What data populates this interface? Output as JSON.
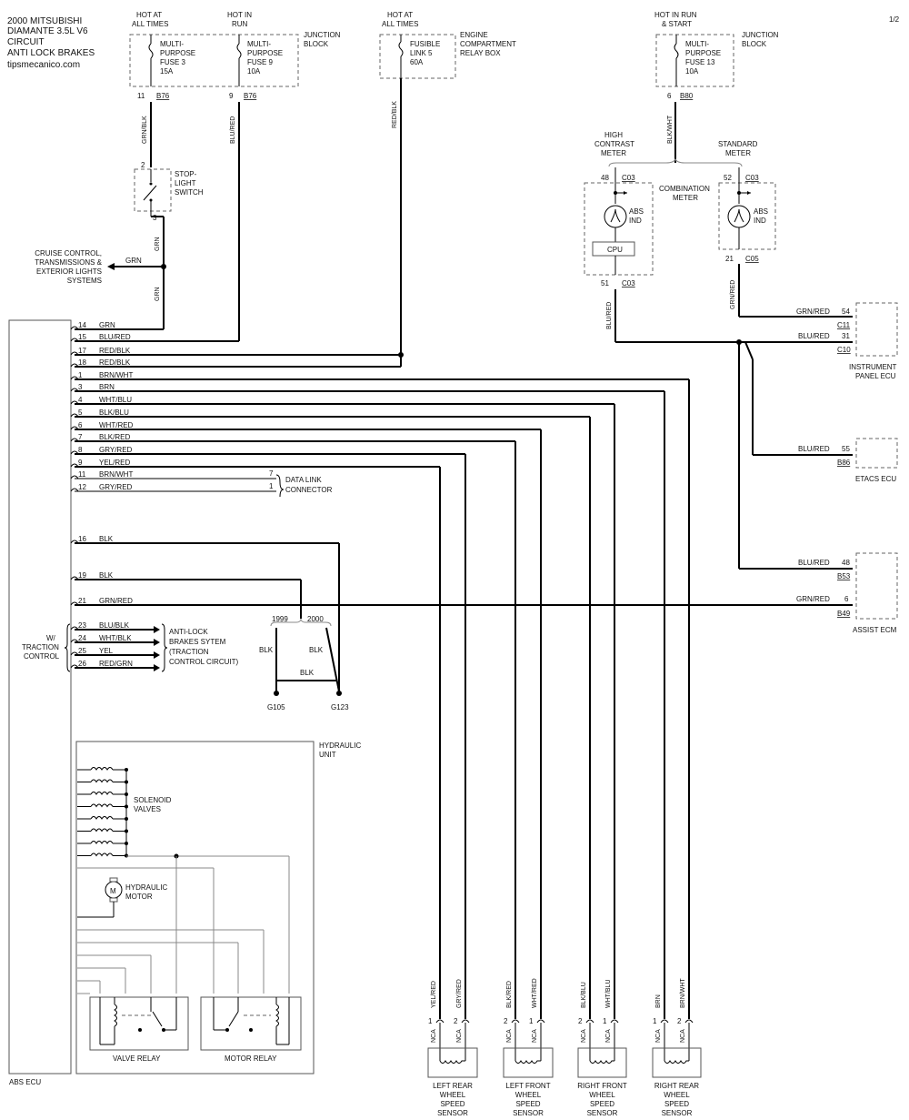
{
  "title": [
    "2000 MITSUBISHI",
    "DIAMANTE 3.5L  V6",
    "CIRCUIT",
    "ANTI LOCK BRAKES",
    "tipsmecanico.com"
  ],
  "page": "1/2",
  "power": {
    "hot_always_1": [
      "HOT AT",
      "ALL TIMES"
    ],
    "hot_run": [
      "HOT IN",
      "RUN"
    ],
    "hot_always_2": [
      "HOT AT",
      "ALL TIMES"
    ],
    "hot_run_start": [
      "HOT IN RUN",
      "& START"
    ]
  },
  "fuses": {
    "fuse3": [
      "MULTI-",
      "PURPOSE",
      "FUSE 3",
      "15A"
    ],
    "fuse9": [
      "MULTI-",
      "PURPOSE",
      "FUSE 9",
      "10A"
    ],
    "link5": [
      "FUSIBLE",
      "LINK 5",
      "60A"
    ],
    "fuse13": [
      "MULTI-",
      "PURPOSE",
      "FUSE 13",
      "10A"
    ],
    "jb1": [
      "JUNCTION",
      "BLOCK"
    ],
    "relay_box": [
      "ENGINE",
      "COMPARTMENT",
      "RELAY BOX"
    ],
    "jb2": [
      "JUNCTION",
      "BLOCK"
    ]
  },
  "pins": {
    "f3_pin": "11",
    "f3_conn": "B76",
    "f9_pin": "9",
    "f9_conn": "B76",
    "f13_pin": "6",
    "f13_conn": "B80"
  },
  "wires": {
    "grn_blk": "GRN/BLK",
    "blu_red": "BLU/RED",
    "red_blk": "RED/BLK",
    "blk_wht": "BLK/WHT",
    "grn": "GRN",
    "grn_red": "GRN/RED"
  },
  "stop_switch": {
    "label": [
      "STOP-",
      "LIGHT",
      "SWITCH"
    ],
    "pin_top": "2",
    "pin_bottom": "3"
  },
  "cruise": {
    "label": [
      "CRUISE CONTROL,",
      "TRANSMISSIONS &",
      "EXTERIOR LIGHTS",
      "SYSTEMS"
    ],
    "wire": "GRN"
  },
  "meter": {
    "high": [
      "HIGH",
      "CONTRAST",
      "METER"
    ],
    "standard": [
      "STANDARD",
      "METER"
    ],
    "combo": [
      "COMBINATION",
      "METER"
    ],
    "abs_ind": [
      "ABS",
      "IND"
    ],
    "cpu": "CPU",
    "p48": "48",
    "c03a": "C03",
    "p52": "52",
    "c03b": "C03",
    "p51": "51",
    "c03c": "C03",
    "p21": "21",
    "c05": "C05"
  },
  "ecu_pins": [
    {
      "num": "14",
      "wire": "GRN"
    },
    {
      "num": "15",
      "wire": "BLU/RED"
    },
    {
      "num": "17",
      "wire": "RED/BLK"
    },
    {
      "num": "18",
      "wire": "RED/BLK"
    },
    {
      "num": "1",
      "wire": "BRN/WHT"
    },
    {
      "num": "3",
      "wire": "BRN"
    },
    {
      "num": "4",
      "wire": "WHT/BLU"
    },
    {
      "num": "5",
      "wire": "BLK/BLU"
    },
    {
      "num": "6",
      "wire": "WHT/RED"
    },
    {
      "num": "7",
      "wire": "BLK/RED"
    },
    {
      "num": "8",
      "wire": "GRY/RED"
    },
    {
      "num": "9",
      "wire": "YEL/RED"
    },
    {
      "num": "11",
      "wire": "BRN/WHT"
    },
    {
      "num": "12",
      "wire": "GRY/RED"
    },
    {
      "num": "16",
      "wire": "BLK"
    },
    {
      "num": "19",
      "wire": "BLK"
    },
    {
      "num": "21",
      "wire": "GRN/RED"
    },
    {
      "num": "23",
      "wire": "BLU/BLK"
    },
    {
      "num": "24",
      "wire": "WHT/BLK"
    },
    {
      "num": "25",
      "wire": "YEL"
    },
    {
      "num": "26",
      "wire": "RED/GRN"
    }
  ],
  "dlc": {
    "label": [
      "DATA LINK",
      "CONNECTOR"
    ],
    "pin7": "7",
    "pin1": "1"
  },
  "ground": {
    "y1999": "1999",
    "y2000": "2000",
    "blk": "BLK",
    "g105": "G105",
    "g123": "G123"
  },
  "traction": {
    "left": [
      "W/",
      "TRACTION",
      "CONTROL"
    ],
    "right": [
      "ANTI-LOCK",
      "BRAKES SYTEM",
      "(TRACTION",
      "CONTROL CIRCUIT)"
    ]
  },
  "right_ecus": {
    "ip": {
      "label": [
        "INSTRUMENT",
        "PANEL ECU"
      ],
      "w1": "GRN/RED",
      "p54": "54",
      "c11": "C11",
      "w2": "BLU/RED",
      "p31": "31",
      "c10": "C10"
    },
    "etacs": {
      "label": "ETACS ECU",
      "w": "BLU/RED",
      "p55": "55",
      "b86": "B86"
    },
    "assist": {
      "label": "ASSIST ECM",
      "w1": "BLU/RED",
      "p48": "48",
      "b53": "B53",
      "w2": "GRN/RED",
      "p6": "6",
      "b49": "B49"
    }
  },
  "hydraulic": {
    "unit": [
      "HYDRAULIC",
      "UNIT"
    ],
    "solenoid": [
      "SOLENOID",
      "VALVES"
    ],
    "motor": [
      "HYDRAULIC",
      "MOTOR"
    ],
    "motor_symbol": "M",
    "valve_relay": "VALVE RELAY",
    "motor_relay": "MOTOR RELAY"
  },
  "abs_ecu": "ABS ECU",
  "sensors": [
    {
      "name": [
        "LEFT REAR",
        "WHEEL",
        "SPEED",
        "SENSOR"
      ],
      "w1": "YEL/RED",
      "w2": "GRY/RED",
      "p1": "1",
      "p2": "2",
      "nca": "NCA"
    },
    {
      "name": [
        "LEFT FRONT",
        "WHEEL",
        "SPEED",
        "SENSOR"
      ],
      "w1": "BLK/RED",
      "w2": "WHT/RED",
      "p1": "2",
      "p2": "1",
      "nca": "NCA"
    },
    {
      "name": [
        "RIGHT FRONT",
        "WHEEL",
        "SPEED",
        "SENSOR"
      ],
      "w1": "BLK/BLU",
      "w2": "WHT/BLU",
      "p1": "2",
      "p2": "1",
      "nca": "NCA"
    },
    {
      "name": [
        "RIGHT REAR",
        "WHEEL",
        "SPEED",
        "SENSOR"
      ],
      "w1": "BRN",
      "w2": "BRN/WHT",
      "p1": "1",
      "p2": "2",
      "nca": "NCA"
    }
  ]
}
